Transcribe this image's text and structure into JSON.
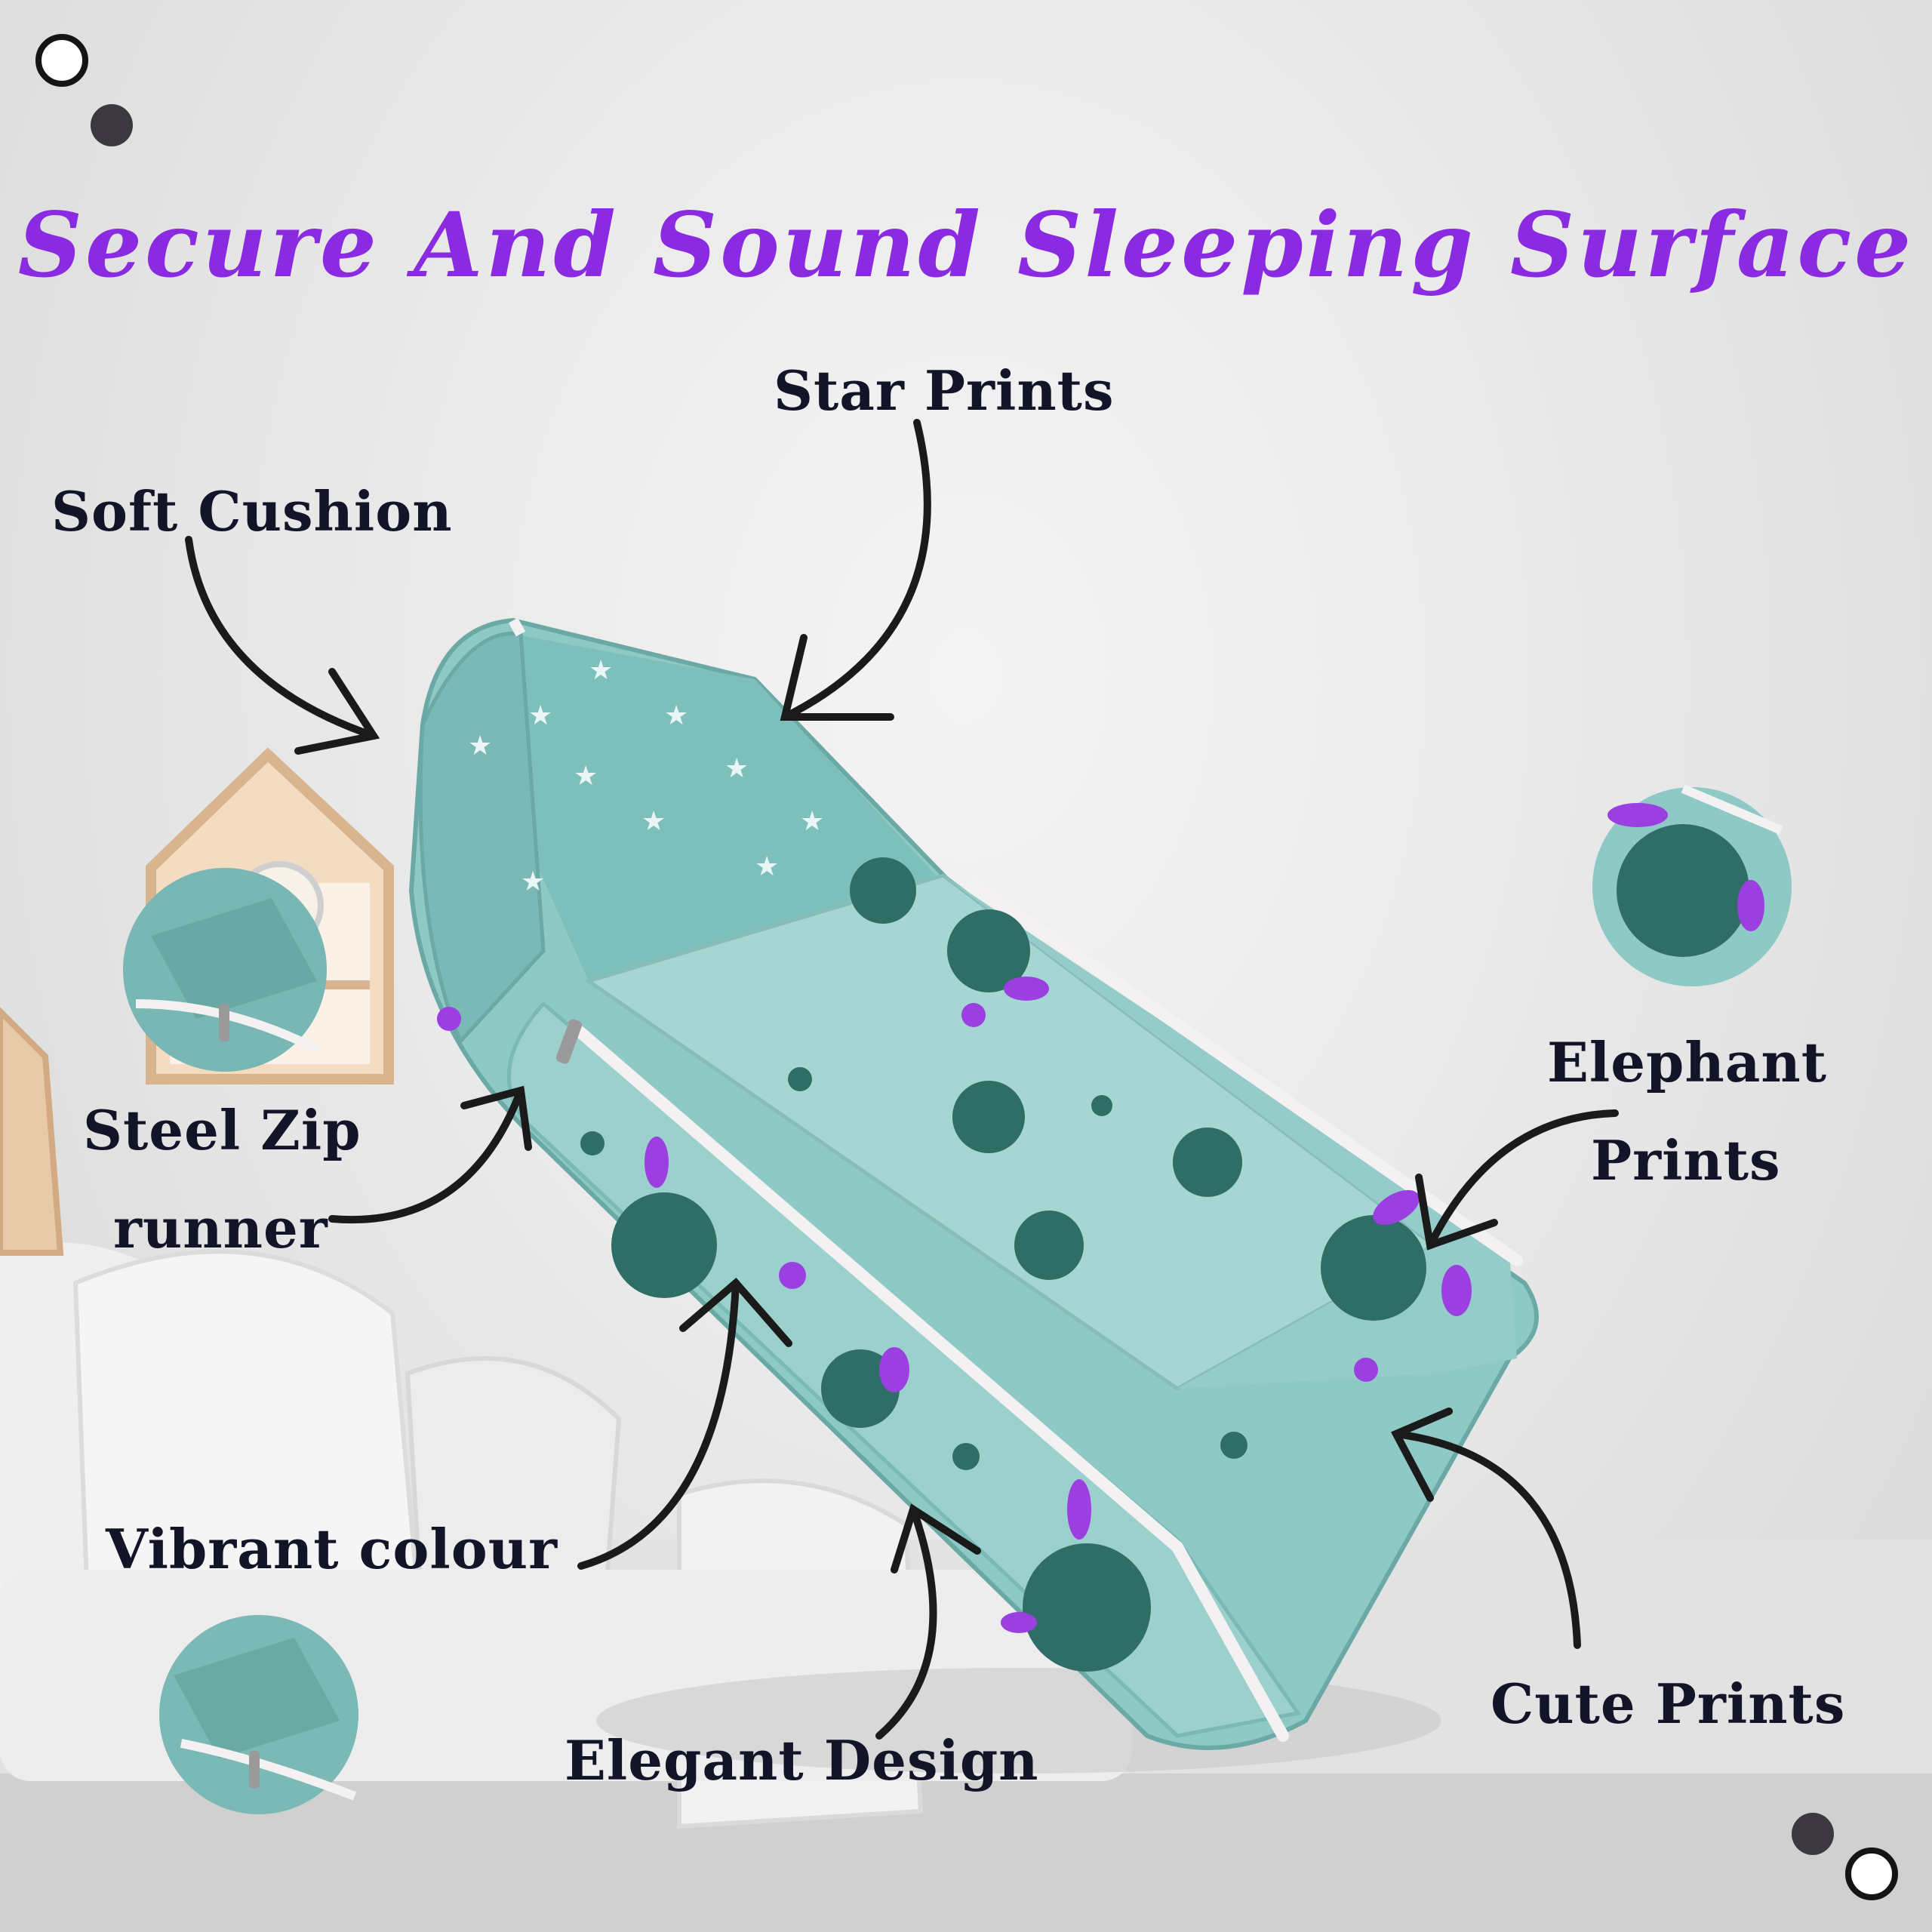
{
  "title": "Secure And Sound Sleeping Surface",
  "labels": {
    "star_prints": "Star Prints",
    "soft_cushion": "Soft Cushion",
    "steel_zip_line1": "Steel Zip",
    "steel_zip_line2": "runner",
    "elephant_line1": "Elephant",
    "elephant_line2": "Prints",
    "vibrant_colour": "Vibrant colour",
    "elegant_design": "Elegant Design",
    "cute_prints": "Cute Prints"
  },
  "colors": {
    "title": "#8a2be2",
    "label_text": "#141428",
    "arrow": "#1a1a1a",
    "fabric": "#8ec9c6",
    "fabric_dark": "#6aa9a6",
    "bear": "#2f6e66",
    "accent_purple": "#9b3fe0",
    "zip": "#f3f1f1"
  },
  "icons": [
    "ring-dot-icon",
    "filled-dot-icon",
    "annotation-arrow-icon"
  ]
}
